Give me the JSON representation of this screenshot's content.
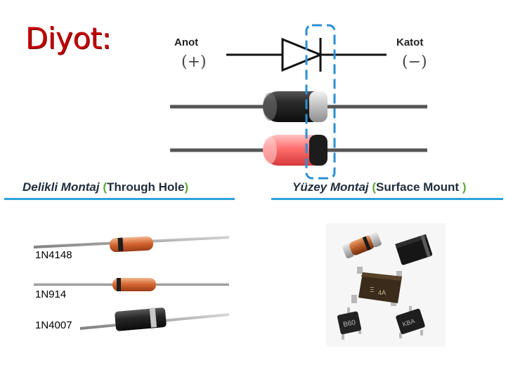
{
  "slide": {
    "title": "Diyot:",
    "anode_label": "Anot",
    "cathode_label": "Katot",
    "anode_sign": "(+)",
    "cathode_sign": "(−)"
  },
  "sections": {
    "through_hole": {
      "tr": "Delikli Montaj",
      "open": "(",
      "en": "Through Hole",
      "close": ")"
    },
    "surface_mount": {
      "tr": "Yüzey Montaj",
      "open": "(",
      "en": "Surface Mount ",
      "close": ")"
    }
  },
  "through_hole_parts": [
    "1N4148",
    "1N914",
    "1N4007"
  ],
  "smd_markings": [
    "Ξ",
    "4A",
    "B60",
    "KBA"
  ],
  "colors": {
    "title": "#c00000",
    "underline": "#2ea3dc",
    "cathode_marker": "#2b8fd6",
    "paren": "#5fa83c"
  }
}
